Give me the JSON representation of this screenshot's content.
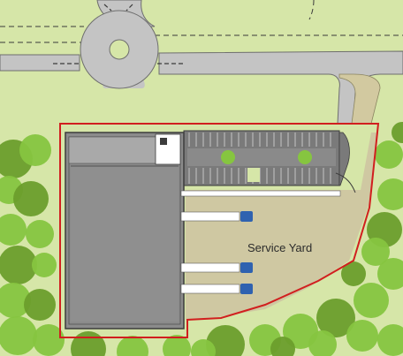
{
  "map": {
    "labels": {
      "service_yard": "Service Yard"
    },
    "colors": {
      "grass": "#d6e6a8",
      "road": "#c4c4c4",
      "road_edge": "#6e6e6e",
      "lane_dash": "#3a3a3a",
      "building": "#8b8b8b",
      "building_edge": "#3c3c3c",
      "parking": "#7a7a7a",
      "yard": "#cfc8a2",
      "boundary": "#d11f1f",
      "tree_light": "#86c540",
      "tree_dark": "#6c9e2c",
      "truck": "#2f62b0"
    },
    "features": [
      "roundabout",
      "access-road",
      "warehouse-building",
      "car-park",
      "service-yard",
      "loading-bays",
      "site-boundary",
      "tree-belt"
    ]
  }
}
